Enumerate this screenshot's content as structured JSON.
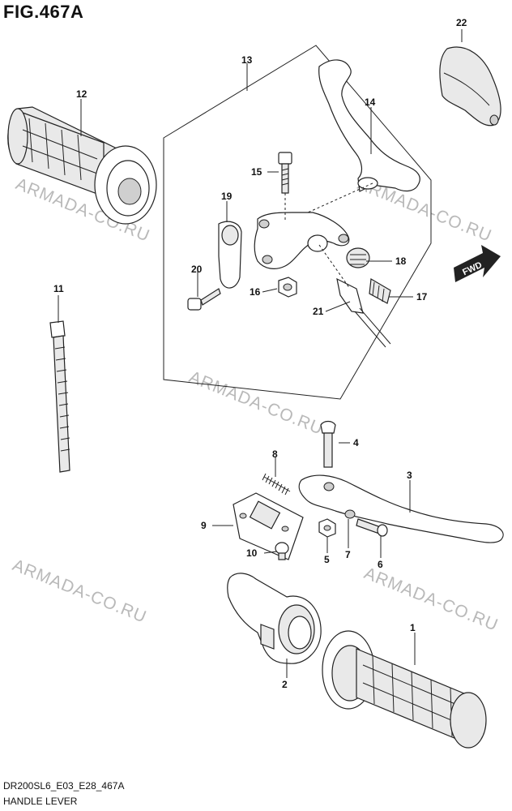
{
  "figure": {
    "title": "FIG.467A",
    "code": "DR200SL6_E03_E28_467A",
    "name": "HANDLE LEVER"
  },
  "watermark": "ARMADA-CO.RU",
  "fwd_label": "FWD",
  "callouts": [
    "1",
    "2",
    "3",
    "4",
    "5",
    "6",
    "7",
    "8",
    "9",
    "10",
    "11",
    "12",
    "13",
    "14",
    "15",
    "16",
    "17",
    "18",
    "19",
    "20",
    "21",
    "22"
  ]
}
